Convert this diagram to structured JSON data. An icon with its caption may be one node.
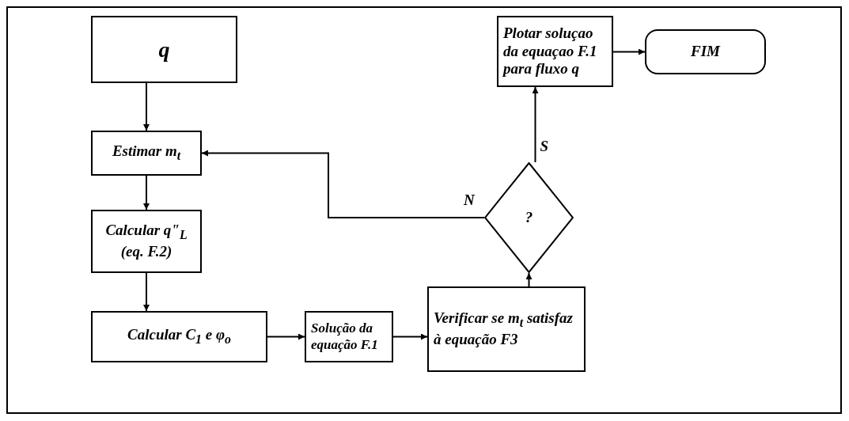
{
  "diagram": {
    "nodes": [
      {
        "text": [
          "q"
        ]
      },
      {
        "text": [
          "Estimar m$_{t}$"
        ]
      },
      {
        "text": [
          "Calcular q\"$_{L}$ (eq. F.2)"
        ]
      },
      {
        "text": [
          "Calcular  C$_{1}$ e φ$_{o}$"
        ]
      },
      {
        "text": [
          "Solução da equação F.1"
        ]
      },
      {
        "text": [
          "Verificar se m$_{t}$ satisfaz à equação F3"
        ]
      },
      {
        "text": [
          "?"
        ]
      },
      {
        "text": [
          "Plotar soluçao da equaçao F.1 para fluxo q"
        ]
      },
      {
        "text": [
          "FIM"
        ]
      }
    ],
    "edges": [
      {
        "from": 0,
        "to": 1,
        "arrow": "to"
      },
      {
        "from": 1,
        "to": 2,
        "arrow": "to"
      },
      {
        "from": 2,
        "to": 3,
        "arrow": "to"
      },
      {
        "from": 3,
        "to": 4,
        "arrow": "to"
      },
      {
        "from": 4,
        "to": 5,
        "arrow": "to"
      },
      {
        "from": 5,
        "to": 6,
        "arrow": "to"
      },
      {
        "from": 6,
        "to": 1,
        "arrow": "to",
        "label": "N"
      },
      {
        "from": 6,
        "to": 7,
        "arrow": "to",
        "label": "S"
      },
      {
        "from": 7,
        "to": 8,
        "arrow": "to"
      }
    ]
  }
}
